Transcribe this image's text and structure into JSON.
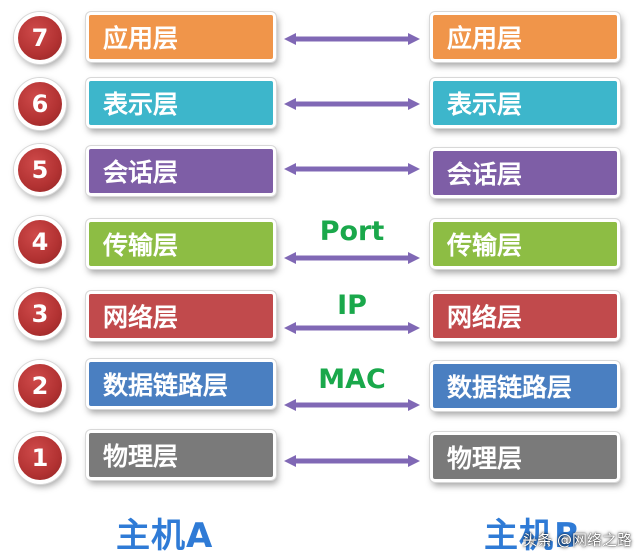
{
  "colors": {
    "application": "#f0954a",
    "presentation": "#3db6cb",
    "session": "#7e5ea6",
    "transport": "#8dbd44",
    "network": "#c14a4c",
    "datalink": "#4a7fc1",
    "physical": "#7a7a7a",
    "arrow": "#8068b5",
    "protocol_text": "#1aa84b",
    "host_text": "#2f7bd6"
  },
  "layers": [
    {
      "number": "7",
      "name": "应用层",
      "key": "application"
    },
    {
      "number": "6",
      "name": "表示层",
      "key": "presentation"
    },
    {
      "number": "5",
      "name": "会话层",
      "key": "session"
    },
    {
      "number": "4",
      "name": "传输层",
      "key": "transport",
      "protocol": "Port"
    },
    {
      "number": "3",
      "name": "网络层",
      "key": "network",
      "protocol": "IP"
    },
    {
      "number": "2",
      "name": "数据链路层",
      "key": "datalink",
      "protocol": "MAC"
    },
    {
      "number": "1",
      "name": "物理层",
      "key": "physical"
    }
  ],
  "hosts": {
    "left": "主机A",
    "right": "主机B"
  },
  "watermark": "头条 @网络之路"
}
